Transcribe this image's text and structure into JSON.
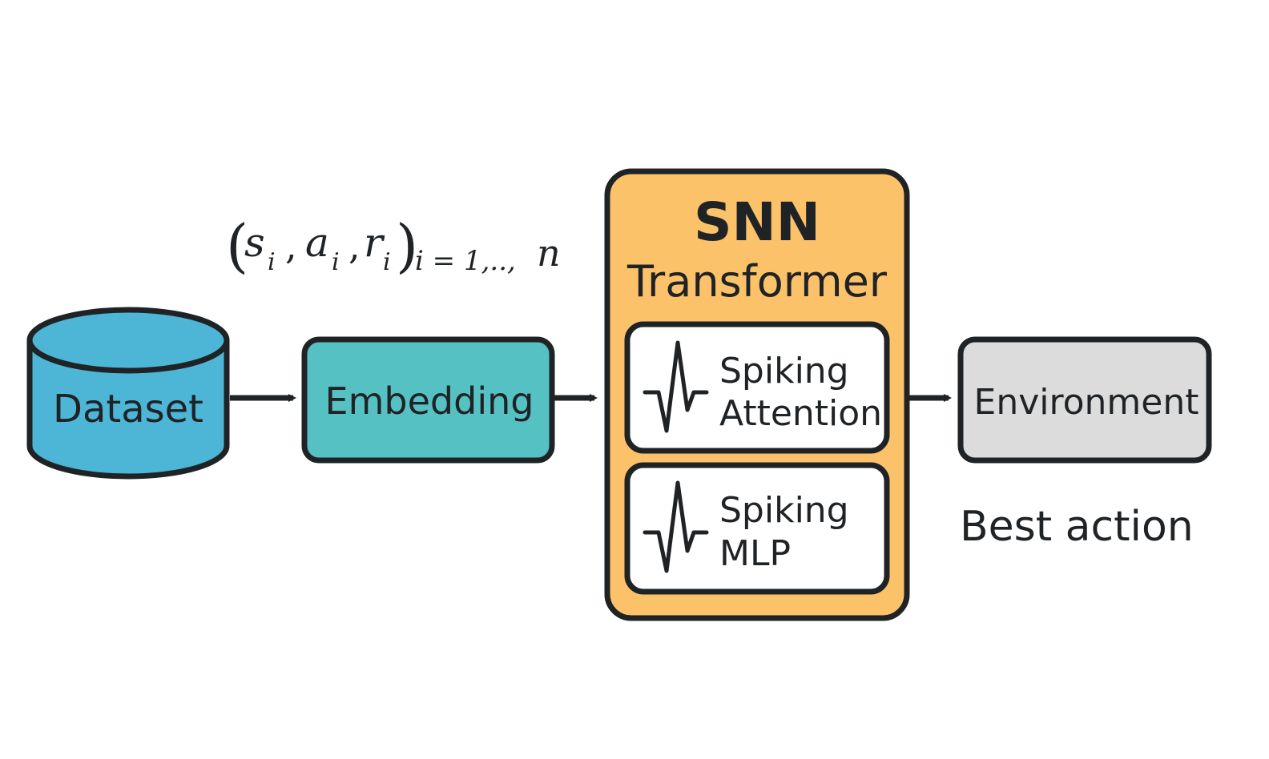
{
  "nodes": {
    "dataset": {
      "label": "Dataset",
      "color": "#4db6d6"
    },
    "embedding": {
      "label": "Embedding",
      "color": "#56c1c2"
    },
    "snn_transformer": {
      "title_line1": "SNN",
      "title_line2": "Transformer",
      "color": "#fcc26a",
      "blocks": [
        {
          "line1": "Spiking",
          "line2": "Attention",
          "icon": "spike-waveform-icon"
        },
        {
          "line1": "Spiking",
          "line2": "MLP",
          "icon": "spike-waveform-icon"
        }
      ]
    },
    "environment": {
      "label": "Environment",
      "color": "#dcdcdc"
    }
  },
  "annotations": {
    "trajectory": {
      "open_paren": "(",
      "s": "s",
      "a": "a",
      "r": "r",
      "sub_i": "i",
      "comma": ",",
      "close_paren": ")",
      "index_range": "i = 1,..,",
      "n": "n"
    },
    "best_action": "Best action"
  },
  "colors": {
    "stroke": "#1f2326",
    "background": "#ffffff"
  }
}
